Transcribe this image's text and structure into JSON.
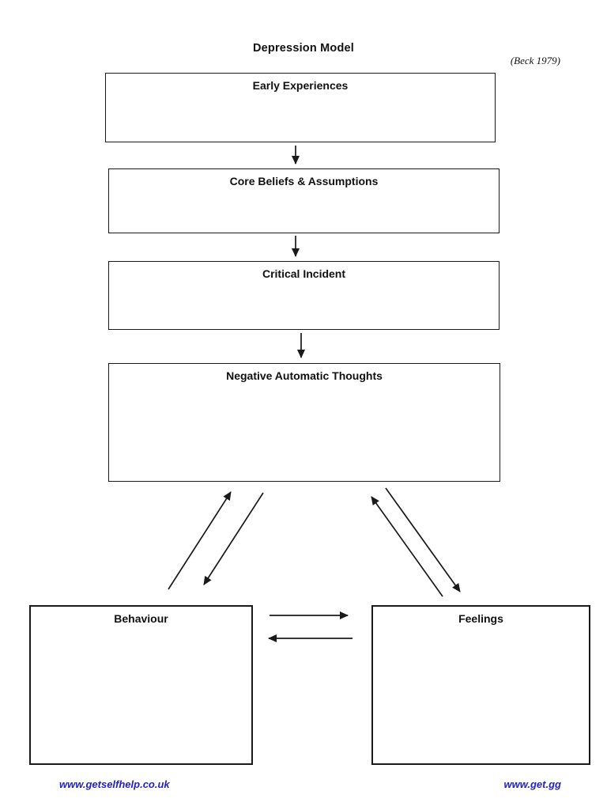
{
  "page": {
    "title": "Depression Model",
    "attribution": "(Beck 1979)",
    "background_color": "#ffffff",
    "line_color": "#1a1a1a",
    "link_color": "#2222cc"
  },
  "nodes": [
    {
      "id": "early-experiences",
      "label": "Early Experiences"
    },
    {
      "id": "core-beliefs-assumptions",
      "label": "Core Beliefs & Assumptions"
    },
    {
      "id": "critical-incident",
      "label": "Critical Incident"
    },
    {
      "id": "negative-automatic-thoughts",
      "label": "Negative Automatic Thoughts"
    },
    {
      "id": "behaviour",
      "label": "Behaviour"
    },
    {
      "id": "feelings",
      "label": "Feelings"
    }
  ],
  "edges": [
    {
      "from": "early-experiences",
      "to": "core-beliefs-assumptions",
      "type": "one-way-down"
    },
    {
      "from": "core-beliefs-assumptions",
      "to": "critical-incident",
      "type": "one-way-down"
    },
    {
      "from": "critical-incident",
      "to": "negative-automatic-thoughts",
      "type": "one-way-down"
    },
    {
      "from": "behaviour",
      "to": "negative-automatic-thoughts",
      "type": "two-way"
    },
    {
      "from": "feelings",
      "to": "negative-automatic-thoughts",
      "type": "two-way"
    },
    {
      "from": "behaviour",
      "to": "feelings",
      "type": "two-way"
    }
  ],
  "footer": {
    "left_link": "www.getselfhelp.co.uk",
    "right_link": "www.get.gg"
  }
}
